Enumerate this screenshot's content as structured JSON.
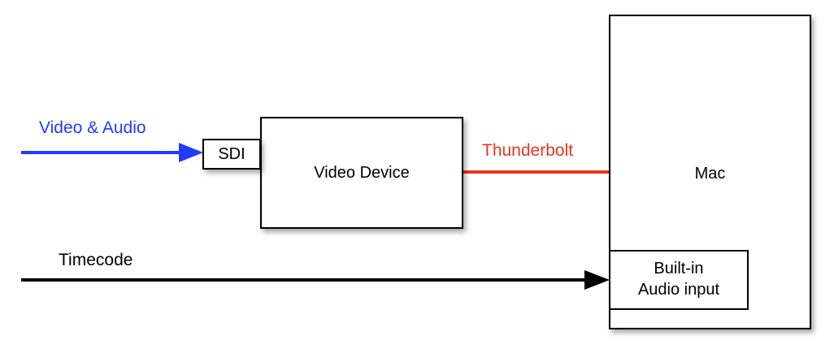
{
  "colors": {
    "video_audio": "#1f3bff",
    "thunderbolt": "#e8361d",
    "timecode": "#000000",
    "box_border": "#000000"
  },
  "nodes": {
    "sdi": "SDI",
    "video_device": "Video Device",
    "mac": "Mac",
    "builtin_audio_line1": "Built-in",
    "builtin_audio_line2": "Audio input"
  },
  "connections": {
    "video_audio": "Video & Audio",
    "thunderbolt": "Thunderbolt",
    "timecode": "Timecode"
  }
}
